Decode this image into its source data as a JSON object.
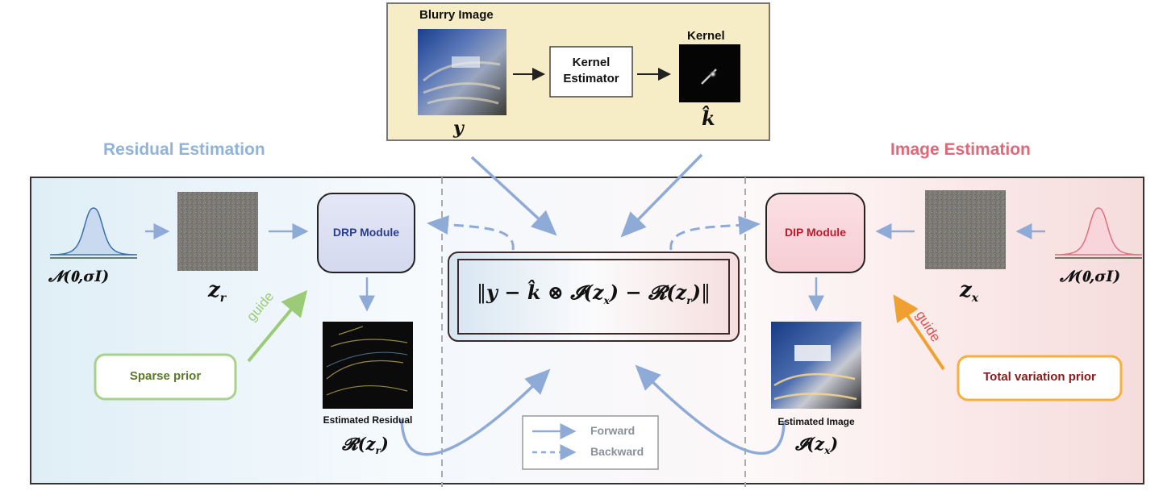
{
  "top_panel": {
    "blurry_label": "Blurry Image",
    "y_symbol": "y",
    "kernel_estimator_line1": "Kernel",
    "kernel_estimator_line2": "Estimator",
    "kernel_label": "Kernel",
    "k_symbol": "k̂"
  },
  "residual_side": {
    "title": "Residual Estimation",
    "title_color": "#8fb3d9",
    "noise_dist": "𝓝(𝟎,𝝈𝑰)",
    "z_symbol": "z",
    "z_sub": "r",
    "module": "DRP Module",
    "module_color": "#2a3d8f",
    "guide": "guide",
    "prior": "Sparse prior",
    "prior_color": "#5a7a2a",
    "estimated_label": "Estimated Residual",
    "func": "𝓡(",
    "func_var": "z",
    "func_sub": "r",
    "func_close": ")"
  },
  "image_side": {
    "title": "Image Estimation",
    "title_color": "#e06878",
    "noise_dist": "𝓝(𝟎,𝝈𝑰)",
    "z_symbol": "z",
    "z_sub": "x",
    "module": "DIP Module",
    "module_color": "#c0192b",
    "guide": "guide",
    "prior": "Total variation prior",
    "prior_color": "#8a1a1a",
    "estimated_label": "Estimated Image",
    "func": "𝓘(",
    "func_var": "z",
    "func_sub": "x",
    "func_close": ")"
  },
  "loss": {
    "formula_a": "y − ",
    "formula_k": "k̂",
    "formula_b": " ⊗ 𝓘(",
    "z1": "z",
    "s1": "x",
    "formula_c": ") − 𝓡(",
    "z2": "z",
    "s2": "r",
    "formula_d": ")"
  },
  "legend": {
    "forward": "Forward",
    "backward": "Backward"
  },
  "colors": {
    "arrow_blue": "#8eaad6",
    "top_panel_bg": "#f6ecc6",
    "green": "#9ccb78",
    "orange": "#f0a030"
  }
}
